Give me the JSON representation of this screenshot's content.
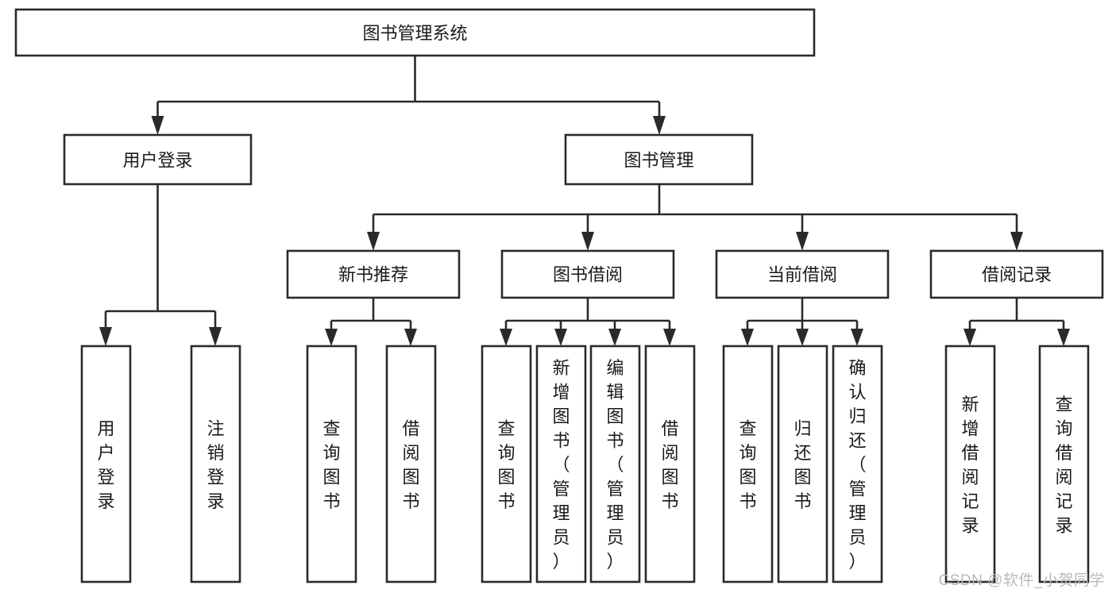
{
  "diagram": {
    "type": "tree",
    "title": "图书管理系统",
    "watermark": "CSDN @软件_小贺同学",
    "colors": {
      "stroke": "#2a2a2a",
      "fill": "#ffffff",
      "text": "#1a1a1a",
      "watermark": "#b9b9b9",
      "background": "#ffffff"
    },
    "levels": {
      "root": {
        "label": "图书管理系统"
      },
      "level2": [
        {
          "label": "用户登录"
        },
        {
          "label": "图书管理"
        }
      ],
      "level3": [
        {
          "label": "新书推荐"
        },
        {
          "label": "图书借阅"
        },
        {
          "label": "当前借阅"
        },
        {
          "label": "借阅记录"
        }
      ],
      "leaves": {
        "user_login": [
          {
            "label": "用户登录"
          },
          {
            "label": "注销登录"
          }
        ],
        "new_book_recommend": [
          {
            "label": "查询图书"
          },
          {
            "label": "借阅图书"
          }
        ],
        "book_borrow": [
          {
            "label": "查询图书"
          },
          {
            "label": "新增图书（管理员）"
          },
          {
            "label": "编辑图书（管理员）"
          },
          {
            "label": "借阅图书"
          }
        ],
        "current_borrow": [
          {
            "label": "查询图书"
          },
          {
            "label": "归还图书"
          },
          {
            "label": "确认归还（管理员）"
          }
        ],
        "borrow_record": [
          {
            "label": "新增借阅记录"
          },
          {
            "label": "查询借阅记录"
          }
        ]
      }
    }
  }
}
